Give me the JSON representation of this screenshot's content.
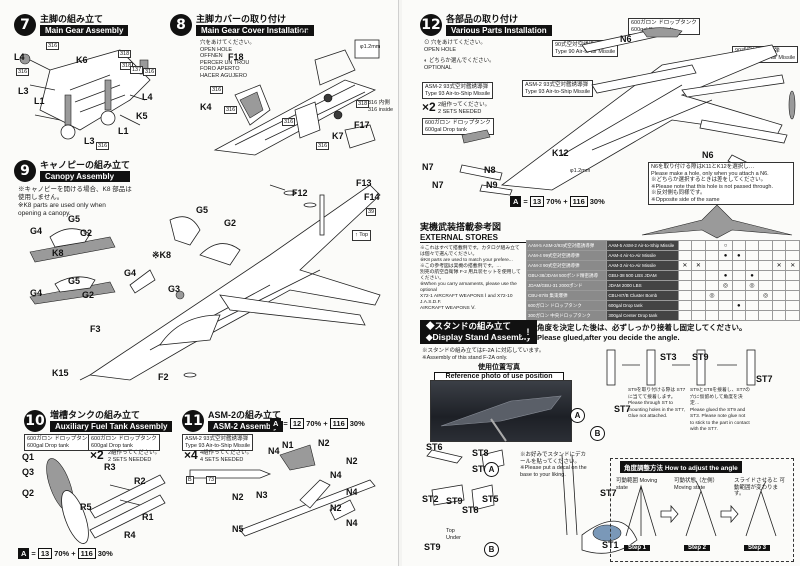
{
  "left": {
    "step7": {
      "num": "7",
      "jp": "主脚の組み立て",
      "en": "Main Gear Assembly",
      "parts": [
        "L4",
        "K6",
        "L3",
        "L1",
        "K5",
        "L1",
        "L3",
        "L4"
      ],
      "paint": [
        "316",
        "316",
        "318",
        "318",
        "137",
        "316",
        "316",
        "316"
      ]
    },
    "step8": {
      "num": "8",
      "jp": "主脚カバーの取り付け",
      "en": "Main Gear Cover Installation",
      "open_note": [
        "穴をあけてください。",
        "OPEN HOLE",
        "OFFNEN",
        "PERCER UN TROU",
        "FORO APERTO",
        "HACER AGUJERO",
        "穴あけ"
      ],
      "parts": [
        "F1",
        "F18",
        "K4",
        "K7",
        "F17"
      ],
      "drill": "φ1.2mm",
      "paint": [
        "316",
        "316",
        "316",
        "316",
        "318"
      ],
      "side_note": [
        "316 内側",
        "316 inside"
      ]
    },
    "step9": {
      "num": "9",
      "jp": "キャノピーの組み立て",
      "en": "Canopy Assembly",
      "note_jp": [
        "※キャノピーを開ける場合、K8 部品は",
        "使用しません。"
      ],
      "note_en": [
        "※K8 parts are used only when",
        "opening a canopy."
      ],
      "parts": [
        "F13",
        "F14",
        "F12",
        "G5",
        "G2",
        "※K8",
        "G4",
        "G3",
        "F3",
        "F2",
        "K15",
        "G5",
        "G2",
        "G4",
        "K8",
        "G5",
        "G2",
        "G4"
      ],
      "decal": "39",
      "top_label": "Top"
    },
    "step10": {
      "num": "10",
      "jp": "増槽タンクの組み立て",
      "en": "Auxiliary Fuel Tank Assembly",
      "tank1": [
        "600ガロン ドロップタンク",
        "600gal Drop tank"
      ],
      "tank2": [
        "600ガロン ドロップタンク",
        "600gal Drop tank"
      ],
      "x2": "×2",
      "x2_note": [
        "2組作ってください。",
        "2 SETS NEEDED"
      ],
      "parts": [
        "Q1",
        "Q3",
        "Q2",
        "R3",
        "R2",
        "R5",
        "R1",
        "R4"
      ],
      "scale": {
        "a": "A",
        "b": "13",
        "pct1": "70% +",
        "c": "116",
        "pct2": "30%"
      }
    },
    "step11": {
      "num": "11",
      "jp": "ASM-2の組み立て",
      "en": "ASM-2 Assembly",
      "label": [
        "ASM-2 93式空対艦誘導弾",
        "Type 93 Air-to-Ship Missile"
      ],
      "x4": "×4",
      "x4_note": [
        "4組作ってください。",
        "4 SETS NEEDED"
      ],
      "parts": [
        "N4",
        "N1",
        "N2",
        "N2",
        "N4",
        "N3",
        "N2",
        "N4",
        "N2",
        "N5",
        "N4"
      ],
      "decals": [
        "B",
        "73"
      ],
      "scale": {
        "a": "A",
        "b": "12",
        "pct1": "70% +",
        "c": "116",
        "pct2": "30%"
      }
    }
  },
  "right": {
    "step12": {
      "num": "12",
      "jp": "各部品の取り付け",
      "en": "Various Parts Installation",
      "missile_label1": [
        "90式空対空誘導弾",
        "Type 90 Air-to-air Missile"
      ],
      "missile_label2": [
        "ASM-2 93式空対艦誘導弾",
        "Type 93 Air-to-Ship Missile"
      ],
      "missile_label3": [
        "ASM-2 93式空対艦誘導弾",
        "Type 93 Air-to-Ship Missile"
      ],
      "missile_label4": [
        "90式空対空誘導弾",
        "Type 90 Air-to-air Missile"
      ],
      "tank_label": [
        "600ガロン ドロップタンク",
        "600gal Drop tank"
      ],
      "tank_label2": [
        "600ガロン ドロップタンク",
        "600gal Drop tank"
      ],
      "open_note": [
        "穴をあけてください。",
        "OPEN HOLE"
      ],
      "optional_note": [
        "どちらか選んでください。",
        "OPTIONAL"
      ],
      "x2_note": [
        "2組作ってください。",
        "2 SETS NEEDED"
      ],
      "parts": [
        "N6",
        "N6",
        "K12",
        "N7",
        "N8",
        "N7",
        "N9"
      ],
      "drill": "φ1.2mm",
      "n6_note": [
        "N6を取り付ける際はK11とK12を選択し…",
        "Please make a hole, only when you attach a N6."
      ],
      "n6_note2": [
        "※どちらか選択するときは差をしてください。",
        "※Please note that this hole is not passed through."
      ],
      "n6_note3": [
        "※反対側も同様です。",
        "※Opposite side of the same"
      ],
      "scale": {
        "a": "A",
        "b": "13",
        "pct1": "70% +",
        "c": "116",
        "pct2": "30%"
      },
      "paint": [
        "316",
        "316",
        "316",
        "316"
      ]
    },
    "stores": {
      "jp": "実機武装搭載参考図",
      "en": "EXTERNAL STORES",
      "intro": [
        "※これはすべて搭載例です。カタログ組み立ては個々で選んでください。",
        "※K8 parts are used to match your prefere...",
        "※この参考図は実機の搭載例です。…",
        "別売の航空自衛隊 F-2 用兵装セットを使用してください。",
        "※When you carry armaments, please use the optional",
        "X72-1 AIRCRAFT WEAPONS Ⅰ and X72-10 J.A.S.D.F.",
        "AIRCRAFT WEAPONS Ⅴ."
      ],
      "rows": [
        {
          "jp": "AAM-5 ASM-2/93式空対艦誘導弾",
          "en": "AAM-5 ASM-2 Air-to-Ship Missile",
          "cells": [
            "",
            "",
            "",
            "○",
            "",
            "",
            "",
            "",
            ""
          ]
        },
        {
          "jp": "AAM-4 99式空対空誘導弾",
          "en": "AAM-4 Air-to-Air Missile",
          "cells": [
            "",
            "",
            "",
            "●",
            "●",
            "",
            "",
            "",
            ""
          ]
        },
        {
          "jp": "AAM-3 90式空対空誘導弾",
          "en": "AAM-3 Air-to-Air Missile",
          "cells": [
            "✕",
            "✕",
            "",
            "",
            "",
            "",
            "",
            "✕",
            "✕"
          ]
        },
        {
          "jp": "GBU-38/JDAM 500ポンド精密誘導",
          "en": "GBU-38 500 LBS JDAM",
          "cells": [
            "",
            "",
            "",
            "●",
            "",
            "●",
            "",
            "",
            ""
          ]
        },
        {
          "jp": "JDAM/GBU-31 2000ポンド",
          "en": "JDAM 2000 LBS",
          "cells": [
            "",
            "",
            "",
            "◎",
            "",
            "◎",
            "",
            "",
            ""
          ]
        },
        {
          "jp": "CBU-87/B 集束爆弾",
          "en": "CBU-87/B Cluster Bomb",
          "cells": [
            "",
            "",
            "◎",
            "",
            "",
            "",
            "◎",
            "",
            ""
          ]
        },
        {
          "jp": "600ガロン ドロップタンク",
          "en": "600gal Drop tank",
          "cells": [
            "",
            "",
            "",
            "",
            "●",
            "",
            "",
            "",
            ""
          ]
        },
        {
          "jp": "300ガロン 中央ドロップタンク",
          "en": "300gal Center Drop tank",
          "cells": [
            "",
            "",
            "",
            "",
            "",
            "",
            "",
            "",
            ""
          ]
        }
      ]
    },
    "stand": {
      "jp": "スタンドの組み立て",
      "en": "Display Stand Assembly",
      "warn_jp": "角度を決定した後は、必ずしっかり接着し固定してください。",
      "warn_en": "Please glued,after you decide the angle.",
      "note_jp": "※スタンドの組み立てはF-2A に対応しています。",
      "note_en": "※Assembly of this stand F-2A only.",
      "photo_jp": "使用位置写真",
      "photo_en": "Reference photo of use position",
      "parts": [
        "ST6",
        "ST8",
        "ST3",
        "ST2",
        "ST9",
        "ST8",
        "ST5",
        "ST9",
        "ST7",
        "ST7",
        "ST1",
        "ST3",
        "ST9",
        "ST7"
      ],
      "top_under": [
        "Top",
        "Under"
      ],
      "circle_labels": [
        "A",
        "B",
        "A",
        "B"
      ],
      "decal_note": [
        "※お好みでスタンドにデカールを貼ってください。",
        "※Please put a decal on the base to your liking."
      ],
      "st9_note": [
        "ST9を取り付ける際は ST7に当てて接着します。",
        "Please through ST to mounting holes in the ST7, Glue not attached."
      ],
      "st7_note": [
        "ST9とST8を接着し、ST7の穴に仮留めして角度を決定…",
        "Please glued the ST9 and ST3. Please note glue not to stick to the part in contact with the ST7."
      ],
      "angle_jp": "角度調整方法",
      "angle_en": "How to adjust the angle",
      "angle_steps": [
        "Step 1",
        "Step 2",
        "Step 3"
      ],
      "angle_captions": [
        "可動範囲 Moving state",
        "可動状態（左側） Moving state",
        "スライドさせると 可動範囲が変わります。"
      ]
    }
  }
}
